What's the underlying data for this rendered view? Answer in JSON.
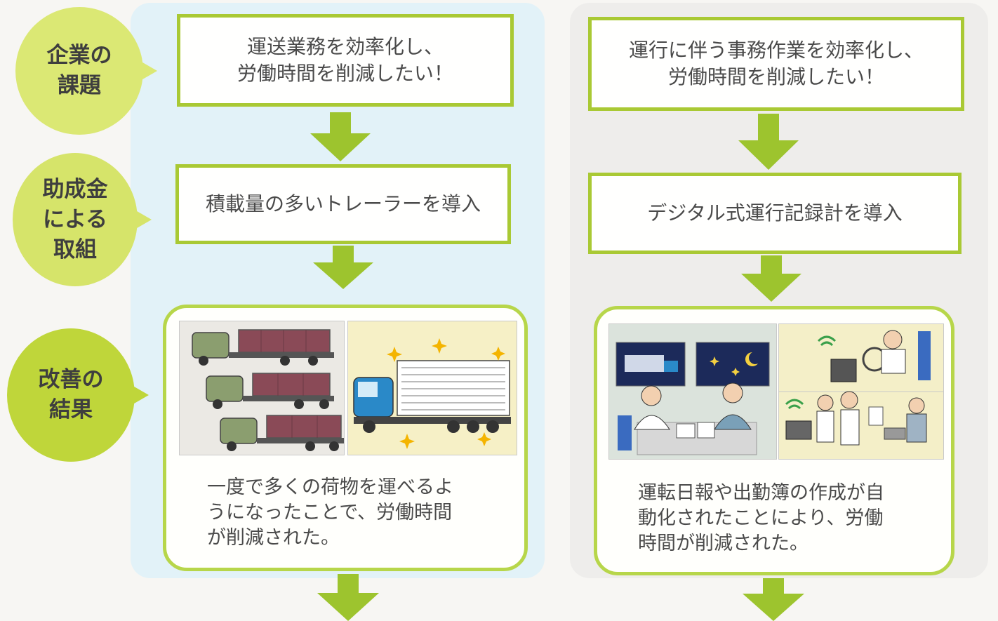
{
  "labels": {
    "issue": "企業の\n課題",
    "action": "助成金\nによる\n取組",
    "result": "改善の\n結果"
  },
  "left": {
    "issue": "運送業務を効率化し、\n労働時間を削減したい！",
    "action": "積載量の多いトレーラーを導入",
    "result": "一度で多くの荷物を運べるよ\nうになったことで、労働時間\nが削減された。"
  },
  "right": {
    "issue": "運行に伴う事務作業を効率化し、\n労働時間を削減したい！",
    "action": "デジタル式運行記録計を導入",
    "result": "運転日報や出勤簿の作成が自\n動化されたことにより、労働\n時間が削減された。"
  },
  "colors": {
    "accent": "#a9c934",
    "bubble_light": "#dbe874",
    "bubble_dark": "#bfd63a",
    "left_panel": "#e2f2f8",
    "right_panel": "#eeedeb"
  },
  "icons": [
    "arrow-down-icon",
    "truck-illustration",
    "trailer-illustration",
    "office-illustration",
    "digital-recorder-illustration"
  ]
}
